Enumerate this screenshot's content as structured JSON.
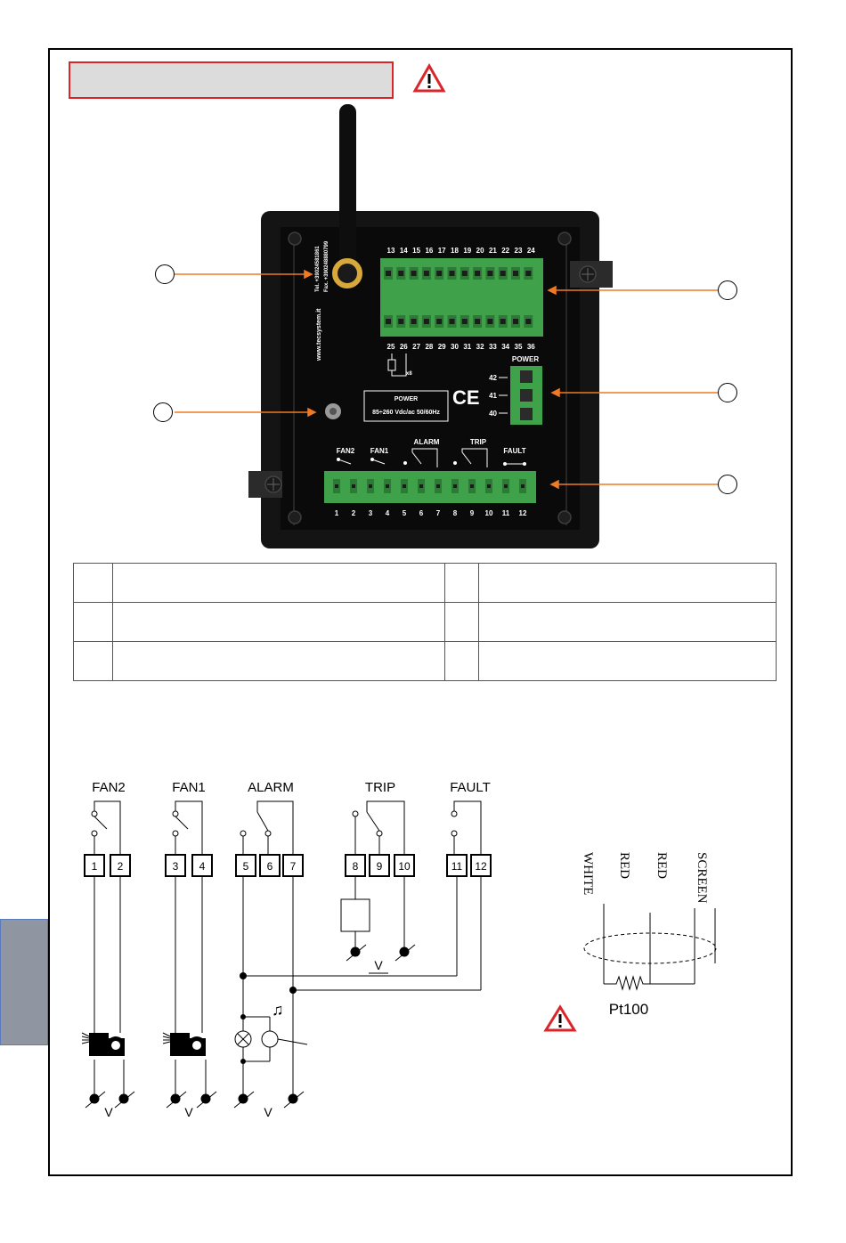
{
  "device": {
    "top_terminals": [
      "13",
      "14",
      "15",
      "16",
      "17",
      "18",
      "19",
      "20",
      "21",
      "22",
      "23",
      "24"
    ],
    "bottom_row_terminals": [
      "25",
      "26",
      "27",
      "28",
      "29",
      "30",
      "31",
      "32",
      "33",
      "34",
      "35",
      "36"
    ],
    "x8_label": "x8",
    "lower_terminals": [
      "1",
      "2",
      "3",
      "4",
      "5",
      "6",
      "7",
      "8",
      "9",
      "10",
      "11",
      "12"
    ],
    "relay_labels": {
      "fan2": "FAN2",
      "fan1": "FAN1",
      "alarm": "ALARM",
      "trip": "TRIP",
      "fault": "FAULT"
    },
    "power_label": "POWER",
    "power_box_title": "POWER",
    "power_box_spec": "85÷260 Vdc/ac 50/60Hz",
    "power_terminals": [
      "42",
      "41",
      "40"
    ],
    "website": "www.tecsystem.it",
    "tel": "Tel. +39024581861",
    "fax": "Fax. +390248880799",
    "ce_mark": "CE"
  },
  "wiring": {
    "fan2_label": "FAN2",
    "fan1_label": "FAN1",
    "alarm_label": "ALARM",
    "trip_label": "TRIP",
    "fault_label": "FAULT",
    "terminals": [
      "1",
      "2",
      "3",
      "4",
      "5",
      "6",
      "7",
      "8",
      "9",
      "10",
      "11",
      "12"
    ],
    "voltage_label": "V"
  },
  "sensor": {
    "wire_labels": [
      "WHITE",
      "RED",
      "RED",
      "SCREEN"
    ],
    "sensor_label": "Pt100"
  },
  "colors": {
    "warning": "#d9262a",
    "callout_line": "#f07a22",
    "terminal_green": "#3fa24a"
  }
}
